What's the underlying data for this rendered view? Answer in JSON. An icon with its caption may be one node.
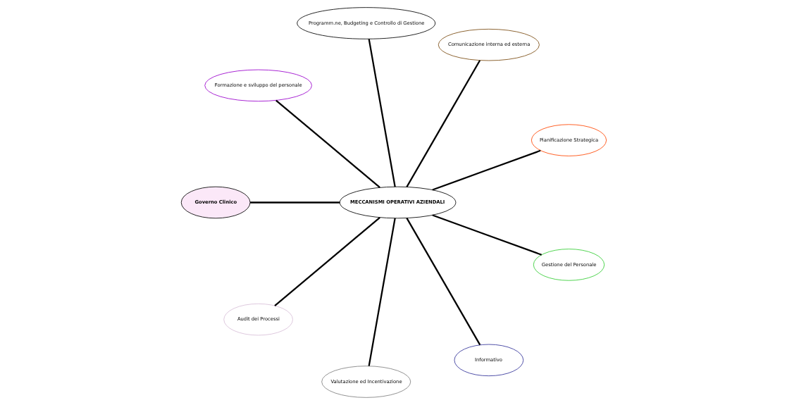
{
  "diagram": {
    "nodes": [
      {
        "text": [
          "MECCANISMI OPERATIVI AZIENDALI"
        ]
      },
      {
        "text": [
          "Pianificazione Strategica"
        ]
      },
      {
        "text": [
          "Comunicazione interna ed esterna"
        ]
      },
      {
        "text": [
          "Programm.ne, Budgeting e Controllo di Gestione"
        ]
      },
      {
        "text": [
          "Formazione e sviluppo del personale"
        ]
      },
      {
        "text": [
          "Governo Clinico"
        ]
      },
      {
        "text": [
          "Audit dei Processi"
        ]
      },
      {
        "text": [
          "Valutazione ed Incentivazione"
        ]
      },
      {
        "text": [
          "Informativo"
        ]
      },
      {
        "text": [
          "Gestione del Personale"
        ]
      }
    ],
    "edges": [
      {
        "from": 0,
        "to": 1,
        "arrow": "none"
      },
      {
        "from": 0,
        "to": 3,
        "arrow": "none"
      },
      {
        "from": 0,
        "to": 5,
        "arrow": "none"
      },
      {
        "from": 0,
        "to": 7,
        "arrow": "none"
      },
      {
        "from": 0,
        "to": 9,
        "arrow": "none"
      },
      {
        "from": 0,
        "to": 8,
        "arrow": "none"
      },
      {
        "from": 0,
        "to": 6,
        "arrow": "none"
      },
      {
        "from": 0,
        "to": 4,
        "arrow": "none"
      },
      {
        "from": 0,
        "to": 2,
        "arrow": "none"
      }
    ]
  }
}
